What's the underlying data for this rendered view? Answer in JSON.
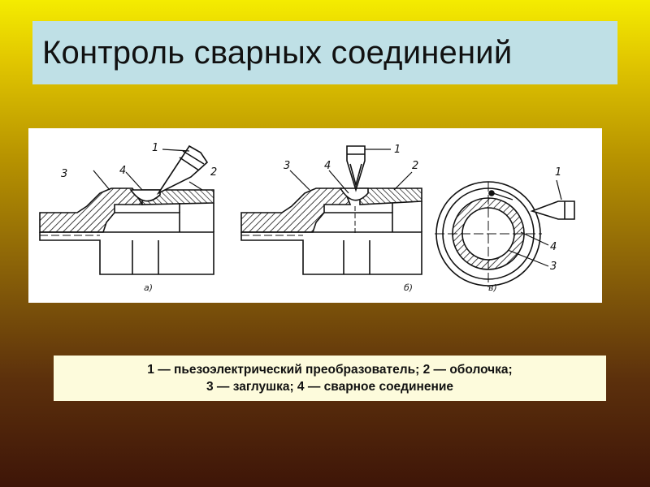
{
  "title": "Контроль сварных соединений",
  "figure": {
    "panels": [
      {
        "sublabel": "а)",
        "labels": {
          "l1": "1",
          "l2": "2",
          "l3": "3",
          "l4": "4"
        }
      },
      {
        "sublabel": "б)",
        "labels": {
          "l1": "1",
          "l2": "2",
          "l3": "3",
          "l4": "4"
        }
      },
      {
        "sublabel": "в)",
        "labels": {
          "l1": "1",
          "l3": "3",
          "l4": "4"
        }
      }
    ]
  },
  "caption": {
    "line1": "1 — пьезоэлектрический преобразователь; 2 — оболочка;",
    "line2": "3 — заглушка; 4 — сварное соединение"
  }
}
